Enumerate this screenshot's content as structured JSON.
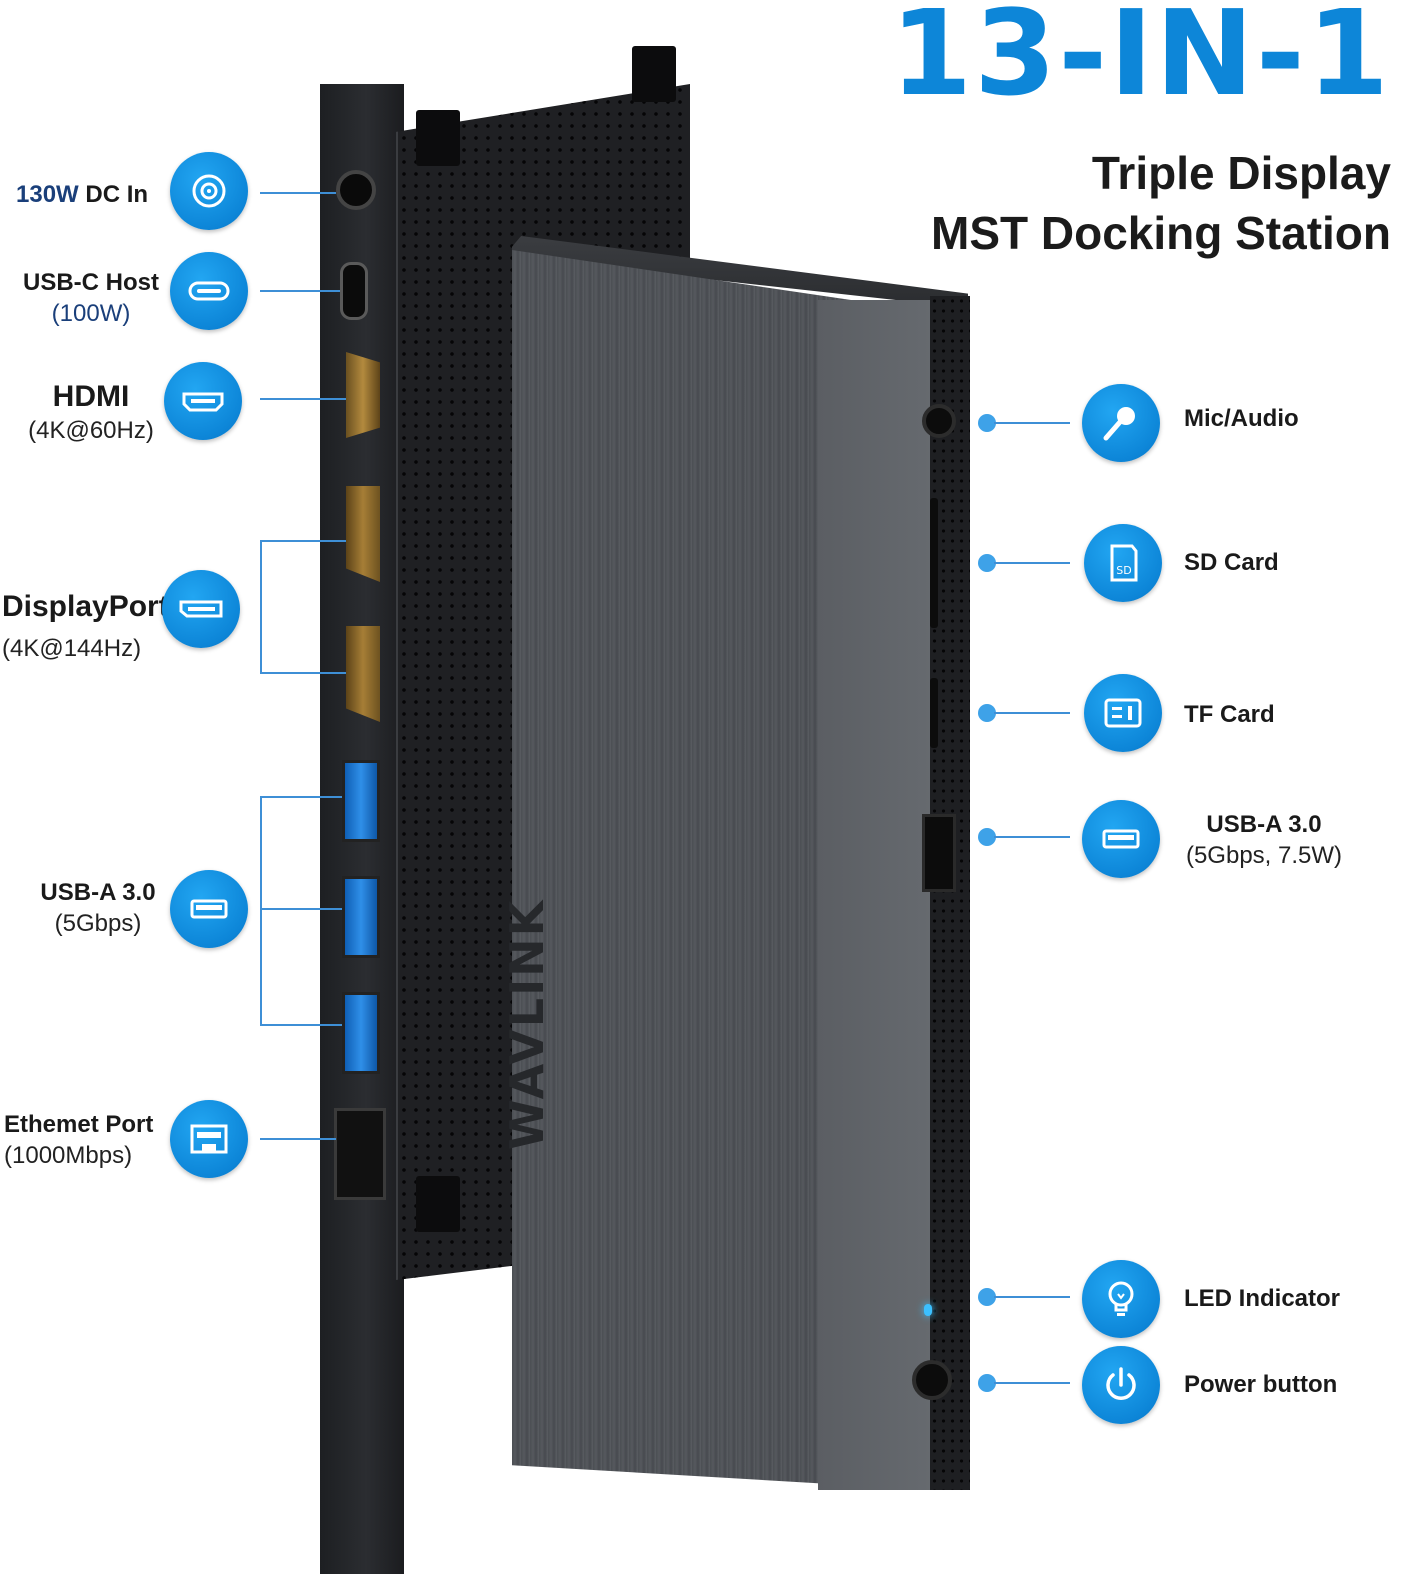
{
  "header": {
    "headline": "13-IN-1",
    "subtitle_line1": "Triple Display",
    "subtitle_line2": "MST Docking Station"
  },
  "brand": "WAVLINK",
  "left_features": [
    {
      "label": "130W",
      "label2": "DC In",
      "icon": "dc-power-icon"
    },
    {
      "label": "USB-C Host",
      "detail": "(100W)",
      "icon": "usb-c-icon"
    },
    {
      "label": "HDMI",
      "detail": "(4K@60Hz)",
      "icon": "hdmi-icon"
    },
    {
      "label": "DisplayPort",
      "detail": "(4K@144Hz)",
      "icon": "displayport-icon"
    },
    {
      "label": "USB-A 3.0",
      "detail": "(5Gbps)",
      "icon": "usb-a-icon"
    },
    {
      "label": "Ethemet Port",
      "detail": "(1000Mbps)",
      "icon": "ethernet-icon"
    }
  ],
  "right_features": [
    {
      "label": "Mic/Audio",
      "icon": "microphone-icon"
    },
    {
      "label": "SD Card",
      "icon": "sd-card-icon"
    },
    {
      "label": "TF Card",
      "icon": "tf-card-icon"
    },
    {
      "label": "USB-A 3.0",
      "detail": "(5Gbps, 7.5W)",
      "icon": "usb-a-icon"
    },
    {
      "label": "LED Indicator",
      "icon": "lightbulb-icon"
    },
    {
      "label": "Power button",
      "icon": "power-icon"
    }
  ],
  "colors": {
    "accent": "#0d86d8",
    "device": "#1f2023",
    "port_usb": "#2f8fe8",
    "port_video": "#a67e36"
  }
}
